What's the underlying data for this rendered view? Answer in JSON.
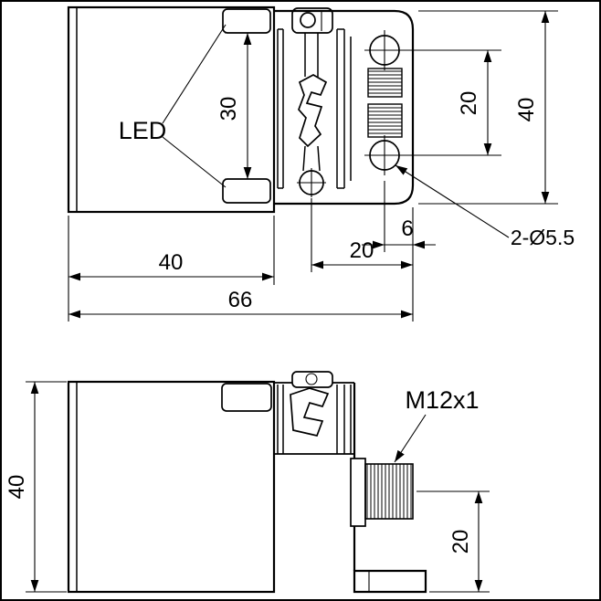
{
  "colors": {
    "line": "#000000",
    "background": "#ffffff"
  },
  "top_view": {
    "led_label": "LED",
    "dim_30": "30",
    "dim_20_holes": "20",
    "dim_40_height": "40",
    "dim_6": "6",
    "dim_20_bracket": "20",
    "holes_callout": "2-Ø5.5",
    "dim_40_body": "40",
    "dim_66_overall": "66"
  },
  "side_view": {
    "connector_callout": "M12x1",
    "dim_40_height": "40",
    "dim_20_connector": "20"
  }
}
